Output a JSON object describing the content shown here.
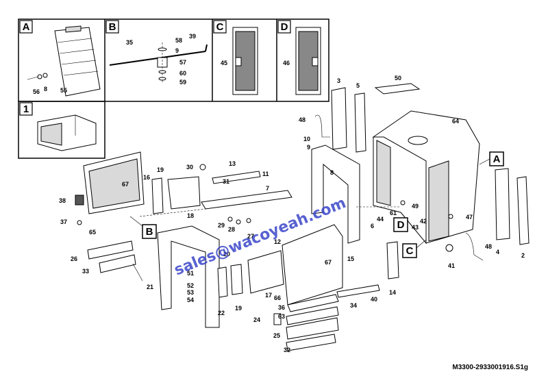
{
  "detail_boxes": [
    {
      "id": "A",
      "title": "A"
    },
    {
      "id": "B",
      "title": "B"
    },
    {
      "id": "C",
      "title": "C"
    },
    {
      "id": "D",
      "title": "D"
    },
    {
      "id": "1",
      "title": "1"
    }
  ],
  "detail_labels": {
    "a56": "56",
    "a8": "8",
    "a55": "55",
    "b35": "35",
    "b58": "58",
    "b39": "39",
    "b9": "9",
    "b57": "57",
    "b60": "60",
    "b59": "59",
    "c45": "45",
    "d46": "46"
  },
  "callouts": {
    "A": "A",
    "B": "B",
    "C": "C",
    "D": "D"
  },
  "part_labels": {
    "p50": "50",
    "p3": "3",
    "p5": "5",
    "p64": "64",
    "p48a": "48",
    "p10": "10",
    "p9": "9",
    "p8": "8",
    "p13": "13",
    "p30": "30",
    "p11": "11",
    "p31": "31",
    "p7": "7",
    "p19a": "19",
    "p16": "16",
    "p67a": "67",
    "p38": "38",
    "p37": "37",
    "p65": "65",
    "p18": "18",
    "p29": "29",
    "p28": "28",
    "p27": "27",
    "p12": "12",
    "p44": "44",
    "p6": "6",
    "p61": "61",
    "p49": "49",
    "p42": "42",
    "p43": "43",
    "p47": "47",
    "p4": "4",
    "p2": "2",
    "p48b": "48",
    "p41": "41",
    "p26": "26",
    "p33": "33",
    "p21": "21",
    "p20": "20",
    "p51": "51",
    "p52": "52",
    "p53": "53",
    "p54": "54",
    "p22": "22",
    "p19b": "19",
    "p17": "17",
    "p66": "66",
    "p67b": "67",
    "p15": "15",
    "p36": "36",
    "p63": "63",
    "p24": "24",
    "p25": "25",
    "p32": "32",
    "p34": "34",
    "p40": "40",
    "p14": "14"
  },
  "watermark": "sales@wacoyeah.com",
  "reference_code": "M3300-2933001916.S1g"
}
